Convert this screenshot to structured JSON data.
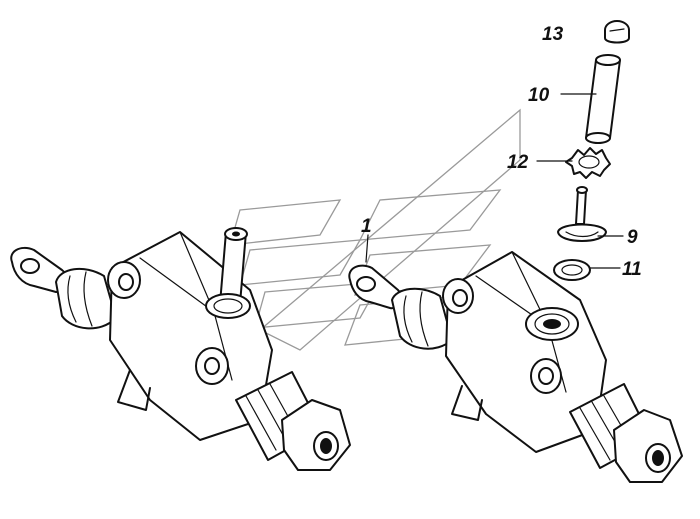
{
  "callouts": [
    {
      "id": "c13",
      "text": "13"
    },
    {
      "id": "c10",
      "text": "10"
    },
    {
      "id": "c12",
      "text": "12"
    },
    {
      "id": "c9",
      "text": "9"
    },
    {
      "id": "c1",
      "text": "1"
    },
    {
      "id": "c11",
      "text": "11"
    }
  ],
  "colors": {
    "ink": "#111111",
    "watermark": "#9a9a9a",
    "background": "#ffffff"
  }
}
